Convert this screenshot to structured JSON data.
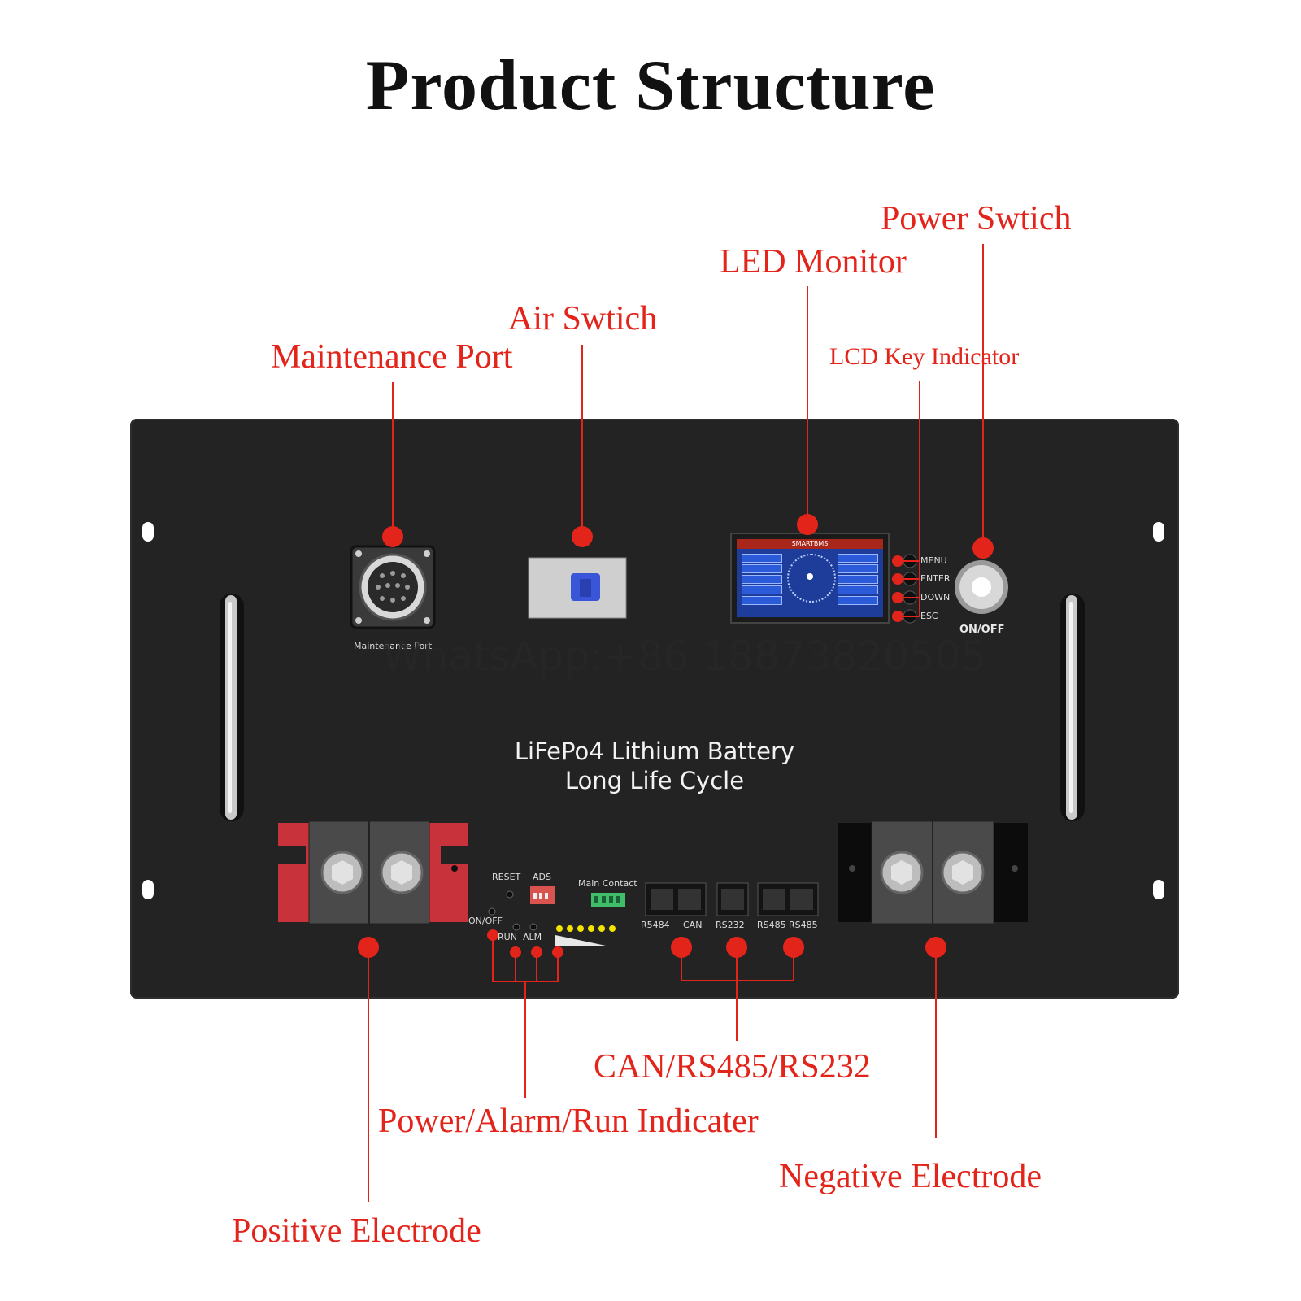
{
  "title": "Product Structure",
  "callouts": {
    "maintenance_port": "Maintenance Port",
    "air_switch": "Air Swtich",
    "led_monitor": "LED Monitor",
    "power_switch": "Power Swtich",
    "lcd_key_indicator": "LCD Key Indicator",
    "can_rs": "CAN/RS485/RS232",
    "power_alarm_run": "Power/Alarm/Run Indicater",
    "negative_electrode": "Negative Electrode",
    "positive_electrode": "Positive Electrode"
  },
  "panel": {
    "brand_line1": "LiFePo4 Lithium Battery",
    "brand_line2": "Long Life Cycle",
    "maintenance_label": "Maintenance Port",
    "onoff_label": "ON/OFF",
    "keys": [
      "MENU",
      "ENTER",
      "DOWN",
      "ESC"
    ],
    "reset_label": "RESET",
    "ads_label": "ADS",
    "main_contact_label": "Main Contact",
    "onoff_small": "ON/OFF",
    "run_label": "RUN",
    "alm_label": "ALM",
    "ports": [
      "R5484",
      "CAN",
      "RS232",
      "RS485",
      "RS485"
    ],
    "lcd_title": "SMARTBMS"
  },
  "watermark": "WhatsApp:+86 18873820505",
  "colors": {
    "accent_red": "#e3241b",
    "panel": "#232323",
    "positive_terminal": "#c8323a",
    "lcd_blue": "#1e3c9a"
  }
}
